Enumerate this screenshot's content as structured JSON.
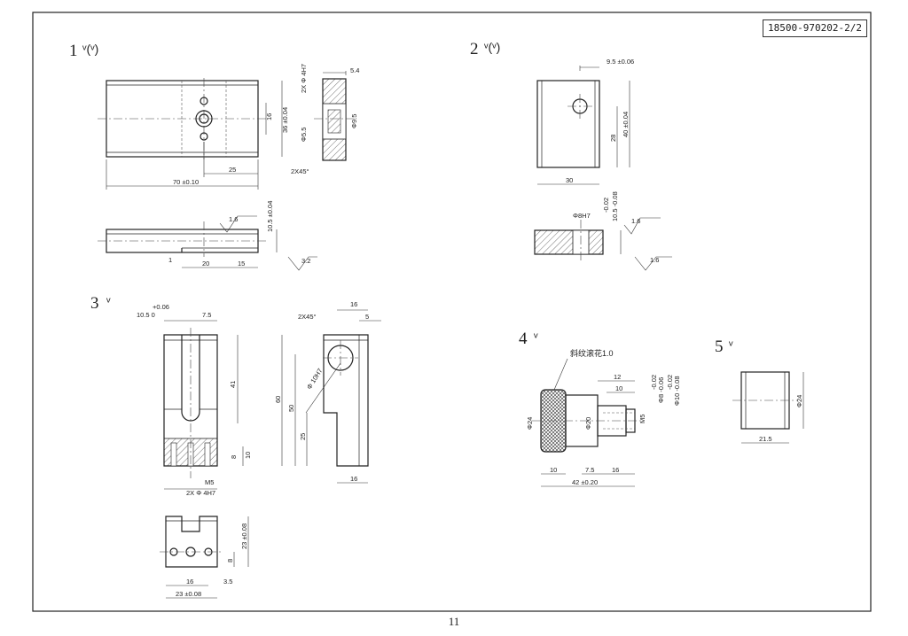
{
  "sheet": {
    "drawing_number": "18500-970202-2/2",
    "page_number": "11"
  },
  "parts": [
    {
      "number": "1",
      "finish_label": "ᵛ(ᵛ)",
      "dims": [
        "2XΦ4H7",
        "5.4",
        "16",
        "36±0.04",
        "Φ5.5",
        "Φ9.5",
        "25",
        "2X45°",
        "70±0.10",
        "10.5±0.04",
        "1",
        "20",
        "15",
        "1.6",
        "3.2"
      ]
    },
    {
      "number": "2",
      "finish_label": "ᵛ(ᵛ)",
      "dims": [
        "9.5±0.06",
        "28",
        "40±0.04",
        "30",
        "Φ8H7",
        "-0.02",
        "10.5 -0.08",
        "1.6",
        "1.6"
      ]
    },
    {
      "number": "3",
      "finish_label": "ᵛ",
      "dims": [
        "+0.06",
        "10.5  0",
        "7.5",
        "41",
        "8",
        "10",
        "M5",
        "2XΦ4H7",
        "2X45°",
        "16",
        "5",
        "Φ10H7",
        "60",
        "50",
        "25",
        "16",
        "23±0.08",
        "8",
        "16",
        "3.5",
        "23±0.08"
      ]
    },
    {
      "number": "4",
      "finish_label": "ᵛ",
      "note": "斜纹滚花1.0",
      "dims": [
        "12",
        "10",
        "-0.02",
        "Φ8 -0.06",
        "-0.02",
        "Φ10 -0.08",
        "Φ24",
        "Φ20",
        "M5",
        "10",
        "7.5",
        "16",
        "42±0.20"
      ]
    },
    {
      "number": "5",
      "finish_label": "ᵛ",
      "dims": [
        "Φ24",
        "21.5"
      ]
    }
  ]
}
